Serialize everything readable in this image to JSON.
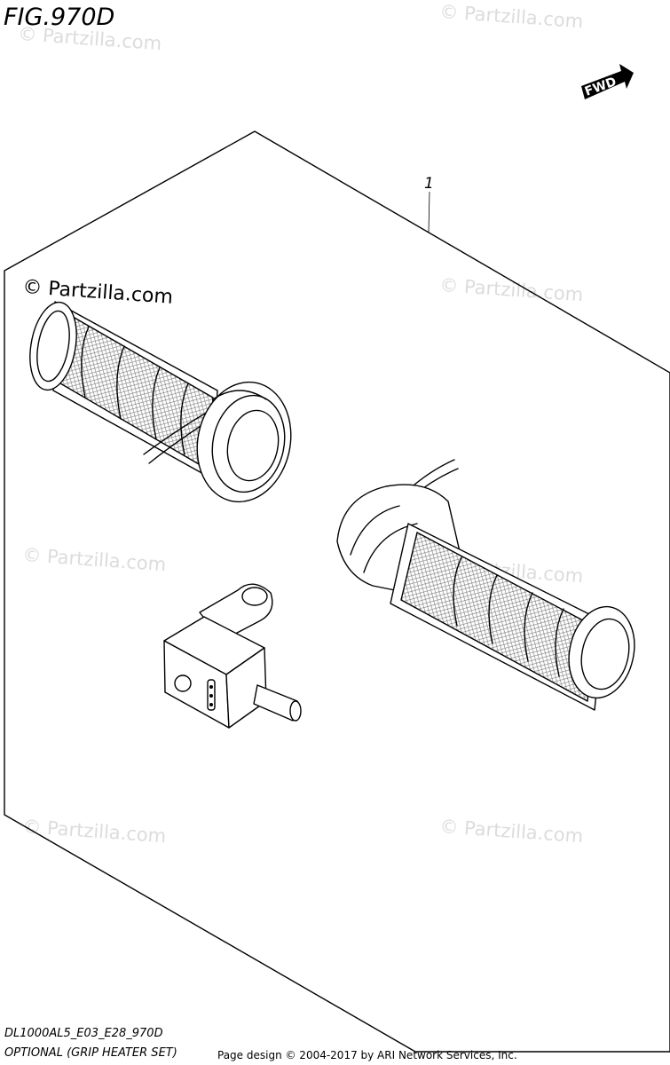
{
  "figure": {
    "title": "FIG.970D",
    "fwd_label": "FWD",
    "callout": "1"
  },
  "watermark": {
    "text": "© Partzilla.com",
    "prominent_text": "© Partzilla.com"
  },
  "footer": {
    "model_code": "DL1000AL5_E03_E28_970D",
    "caption": "OPTIONAL (GRIP HEATER SET)",
    "copyright": "Page design © 2004-2017 by ARI Network Services, Inc."
  },
  "parts": [
    {
      "name": "left-grip-heater"
    },
    {
      "name": "right-grip-heater"
    },
    {
      "name": "heater-switch"
    }
  ]
}
